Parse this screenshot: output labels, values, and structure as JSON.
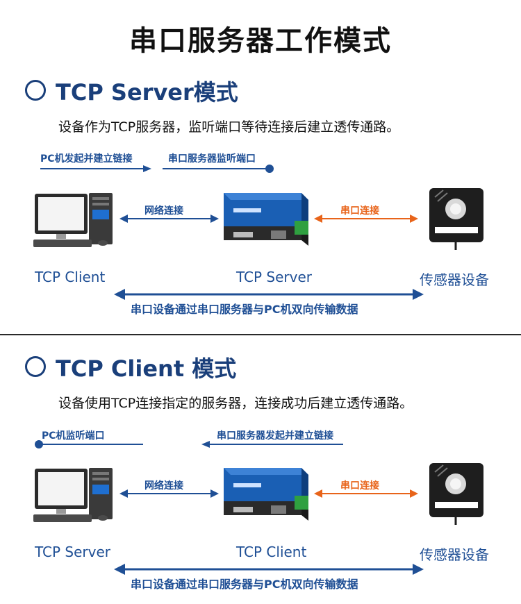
{
  "title": "串口服务器工作模式",
  "colors": {
    "accent_blue": "#1f4f95",
    "accent_orange": "#e8641a",
    "title_blue": "#1a3f7a"
  },
  "sections": [
    {
      "mode_title": "TCP Server模式",
      "description": "设备作为TCP服务器，监听端口等待连接后建立透传通路。",
      "top_left_label": "PC机发起并建立链接",
      "top_right_label": "串口服务器监听端口",
      "network_label": "网络连接",
      "serial_label": "串口连接",
      "left_device": "TCP Client",
      "center_device": "TCP Server",
      "right_device": "传感器设备",
      "bottom_label": "串口设备通过串口服务器与PC机双向传输数据"
    },
    {
      "mode_title": "TCP Client 模式",
      "description": "设备使用TCP连接指定的服务器，连接成功后建立透传通路。",
      "top_left_label": "PC机监听端口",
      "top_right_label": "串口服务器发起并建立链接",
      "network_label": "网络连接",
      "serial_label": "串口连接",
      "left_device": "TCP Server",
      "center_device": "TCP Client",
      "right_device": "传感器设备",
      "bottom_label": "串口设备通过串口服务器与PC机双向传输数据"
    }
  ],
  "icons": [
    "computer-icon",
    "serial-server-icon",
    "sensor-icon"
  ]
}
